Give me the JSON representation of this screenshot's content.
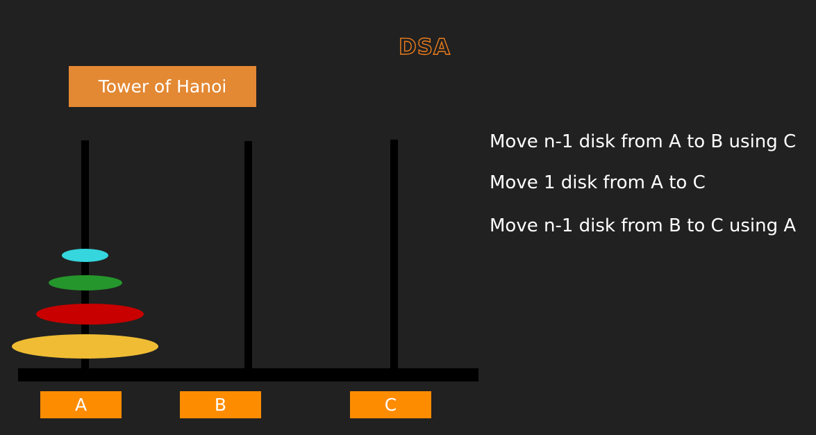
{
  "logo": "DSA",
  "title": "Tower of Hanoi",
  "pegs": [
    {
      "label": "A"
    },
    {
      "label": "B"
    },
    {
      "label": "C"
    }
  ],
  "disks": [
    {
      "peg": "A",
      "size": "large",
      "color": "#efbc34"
    },
    {
      "peg": "A",
      "size": "medium-large",
      "color": "#c80000"
    },
    {
      "peg": "A",
      "size": "medium-small",
      "color": "#25962c"
    },
    {
      "peg": "A",
      "size": "small",
      "color": "#35d6dd"
    }
  ],
  "steps": [
    "Move n-1 disk from A to B using C",
    "Move 1 disk from A to C",
    "Move n-1 disk from B to C using A"
  ],
  "colors": {
    "background": "#212121",
    "accent": "#f07e1c",
    "title_box": "#e38833",
    "peg_label_box": "#fe8c00",
    "peg": "#000000"
  }
}
